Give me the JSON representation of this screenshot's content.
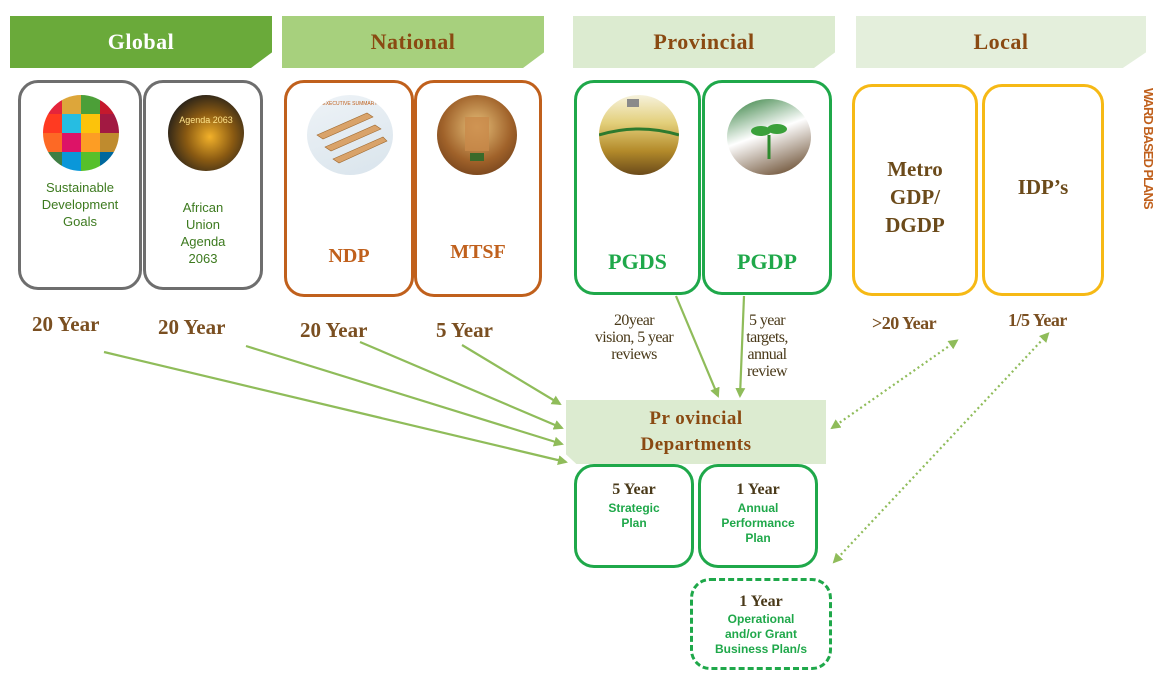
{
  "headers": {
    "global": "Global",
    "national": "National",
    "provincial": "Provincial",
    "local": "Local"
  },
  "cards": {
    "sdg": "Sustainable\nDevelopment\nGoals",
    "au": "African\nUnion\nAgenda\n2063",
    "au_thumb_text": "Agenda 2063",
    "ndp": "NDP",
    "ndp_thumb_text": "EXECUTIVE SUMMARY",
    "mtsf": "MTSF",
    "pgds": "PGDS",
    "pgdp": "PGDP",
    "metro": "Metro\nGDP/\nDGDP",
    "idp": "IDP’s"
  },
  "timeframes": {
    "sdg": "20 Year",
    "au": "20 Year",
    "ndp": "20 Year",
    "mtsf": "5 Year",
    "pgds": "20year\nvision, 5 year\nreviews",
    "pgdp": "5 year\ntargets,\nannual\nreview",
    "metro": ">20 Year",
    "idp": "1/5 Year"
  },
  "provincial_departments": "Pr ovincial\nDepartments",
  "plans": {
    "strategic": {
      "heading": "5 Year",
      "body": "Strategic\nPlan"
    },
    "annual": {
      "heading": "1 Year",
      "body": "Annual\nPerformance\nPlan"
    },
    "operational": {
      "heading": "1 Year",
      "body": "Operational\nand/or Grant\nBusiness Plan/s"
    }
  },
  "side_label": "WARD BASED PLANS",
  "colors": {
    "global_header": "#6aaa3a",
    "national_header": "#a7d07d",
    "provincial_header": "#dcebd0",
    "local_header": "#e4efdc",
    "grey_border": "#6e6e6e",
    "orange_border": "#c0601c",
    "green_border": "#1fa84a",
    "yellow_border": "#f6b915",
    "arrow": "#8fbc5a"
  }
}
